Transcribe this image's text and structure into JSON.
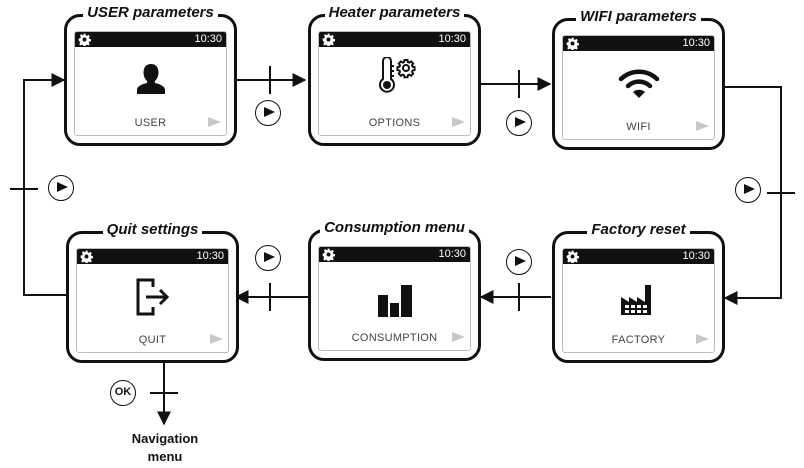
{
  "screens": [
    {
      "title": "USER parameters",
      "time": "10:30",
      "label": "USER",
      "icon": "user-icon"
    },
    {
      "title": "Heater parameters",
      "time": "10:30",
      "label": "OPTIONS",
      "icon": "thermometer-gear-icon"
    },
    {
      "title": "WIFI parameters",
      "time": "10:30",
      "label": "WIFI",
      "icon": "wifi-icon"
    },
    {
      "title": "Factory reset",
      "time": "10:30",
      "label": "FACTORY",
      "icon": "factory-icon"
    },
    {
      "title": "Consumption menu",
      "time": "10:30",
      "label": "CONSUMPTION",
      "icon": "bar-chart-icon"
    },
    {
      "title": "Quit settings",
      "time": "10:30",
      "label": "QUIT",
      "icon": "exit-icon"
    }
  ],
  "ok_button": "OK",
  "navigation_menu": {
    "line1": "Navigation",
    "line2": "menu"
  }
}
